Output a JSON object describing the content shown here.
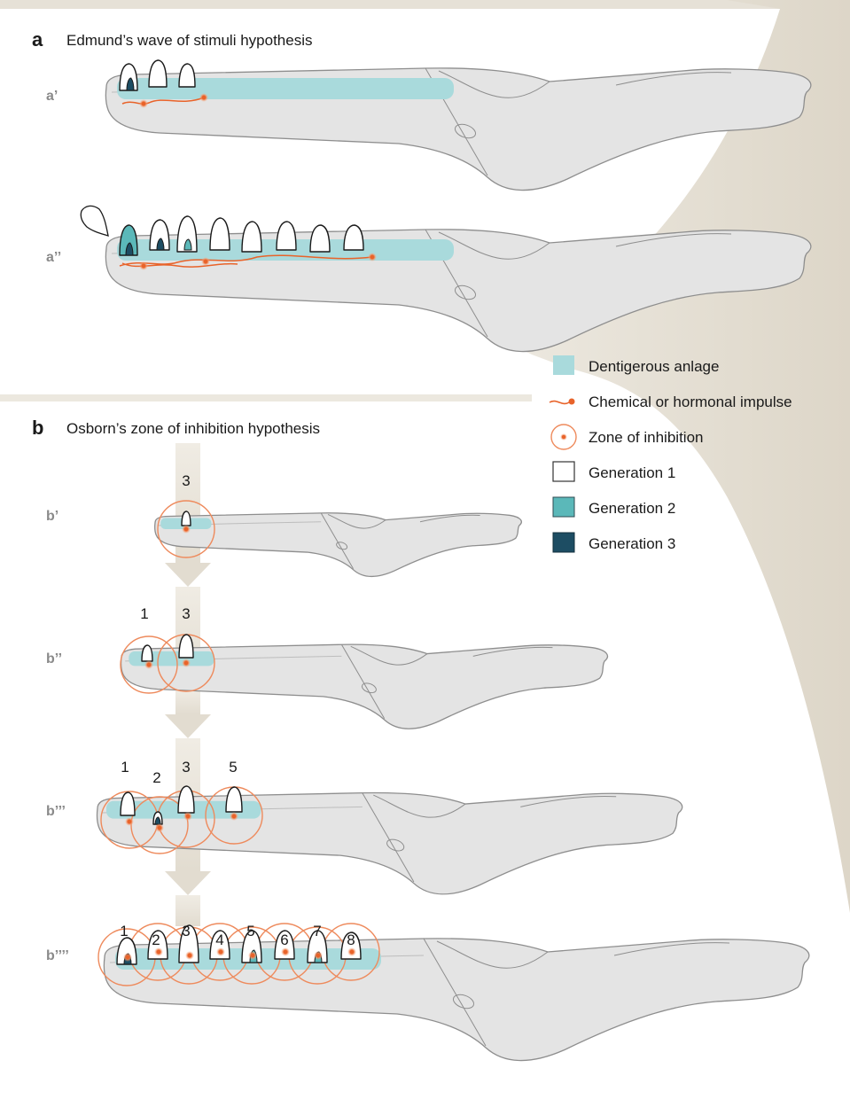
{
  "panel_a": {
    "letter": "a",
    "title": "Edmund’s wave of stimuli hypothesis",
    "rows": [
      {
        "label": "a’"
      },
      {
        "label": "a’’"
      }
    ]
  },
  "panel_b": {
    "letter": "b",
    "title": "Osborn’s zone of inhibition hypothesis",
    "rows": [
      {
        "label": "b’",
        "numbers": [
          "3"
        ]
      },
      {
        "label": "b’’",
        "numbers": [
          "1",
          "3"
        ]
      },
      {
        "label": "b’’’",
        "numbers": [
          "1",
          "2",
          "3",
          "5"
        ]
      },
      {
        "label": "b’’’’",
        "numbers": [
          "1",
          "2",
          "3",
          "4",
          "5",
          "6",
          "7",
          "8"
        ]
      }
    ]
  },
  "legend": {
    "items": [
      {
        "key": "anlage",
        "label": "Dentigerous anlage"
      },
      {
        "key": "impulse",
        "label": "Chemical or hormonal impulse"
      },
      {
        "key": "inhibition",
        "label": "Zone of inhibition"
      },
      {
        "key": "gen1",
        "label": "Generation 1"
      },
      {
        "key": "gen2",
        "label": "Generation 2"
      },
      {
        "key": "gen3",
        "label": "Generation 3"
      }
    ]
  },
  "colors": {
    "background_band": "#e7e2d8",
    "bone_fill": "#e4e4e4",
    "bone_stroke": "#8e8e8e",
    "anlage": "#a9dadc",
    "generation_1": "#ffffff",
    "generation_2": "#5bb8b9",
    "generation_3": "#1d4d63",
    "impulse": "#e8632a",
    "inhibition_ring": "#ee8a5c",
    "arrow": "#e5e0d6",
    "row_label": "#8a8a8a"
  }
}
